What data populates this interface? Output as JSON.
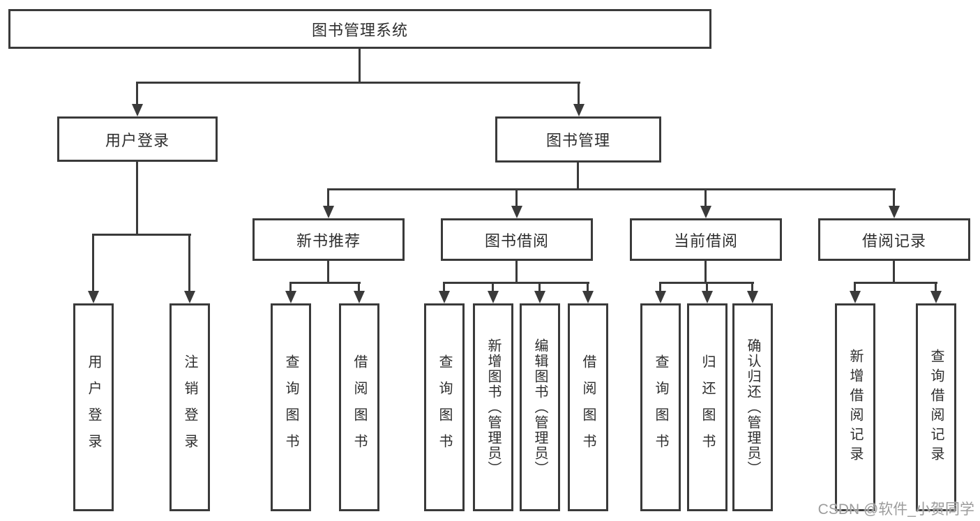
{
  "tree": {
    "root": {
      "label": "图书管理系统"
    },
    "branches": [
      {
        "label": "用户登录",
        "children": [
          {
            "label": "用户登录"
          },
          {
            "label": "注销登录"
          }
        ]
      },
      {
        "label": "图书管理",
        "groups": [
          {
            "label": "新书推荐",
            "children": [
              {
                "label": "查询图书"
              },
              {
                "label": "借阅图书"
              }
            ]
          },
          {
            "label": "图书借阅",
            "children": [
              {
                "label": "查询图书"
              },
              {
                "label": "新增图书（管理员）"
              },
              {
                "label": "编辑图书（管理员）"
              },
              {
                "label": "借阅图书"
              }
            ]
          },
          {
            "label": "当前借阅",
            "children": [
              {
                "label": "查询图书"
              },
              {
                "label": "归还图书"
              },
              {
                "label": "确认归还（管理员）"
              }
            ]
          },
          {
            "label": "借阅记录",
            "children": [
              {
                "label": "新增借阅记录"
              },
              {
                "label": "查询借阅记录"
              }
            ]
          }
        ]
      }
    ]
  },
  "watermark": {
    "text": "CSDN @软件_小贺同学"
  },
  "colors": {
    "line": "#3a3a3a",
    "box_border": "#3a3a3a",
    "text": "#2e2e2e",
    "watermark": "#9c9c9c",
    "background": "#ffffff"
  }
}
